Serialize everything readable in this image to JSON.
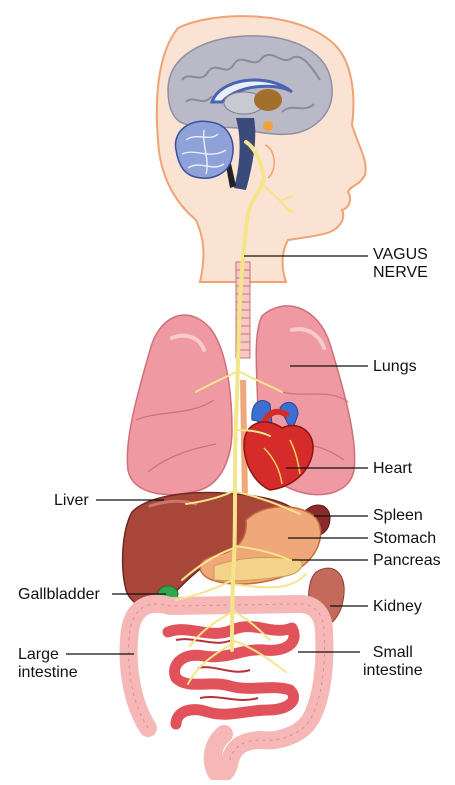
{
  "labels": {
    "vagus_nerve": "VAGUS\nNERVE",
    "lungs": "Lungs",
    "heart": "Heart",
    "liver": "Liver",
    "spleen": "Spleen",
    "stomach": "Stomach",
    "pancreas": "Pancreas",
    "gallbladder": "Gallbladder",
    "kidney": "Kidney",
    "large_intestine": "Large\nintestine",
    "small_intestine": "Small\nintestine"
  },
  "colors": {
    "skin": "#fbe3d3",
    "skin_outline": "#f0a274",
    "brain": "#b9b9c8",
    "cerebellum": "#8ea2d9",
    "nerve": "#f4e58a",
    "lung": "#ef9aa2",
    "heart": "#d62b2b",
    "liver": "#a8463a",
    "stomach": "#f0a77a",
    "intestine_small": "#e2525a",
    "intestine_large": "#f6b7b7",
    "gallbladder": "#2fa84a",
    "leader_line": "#111111"
  }
}
